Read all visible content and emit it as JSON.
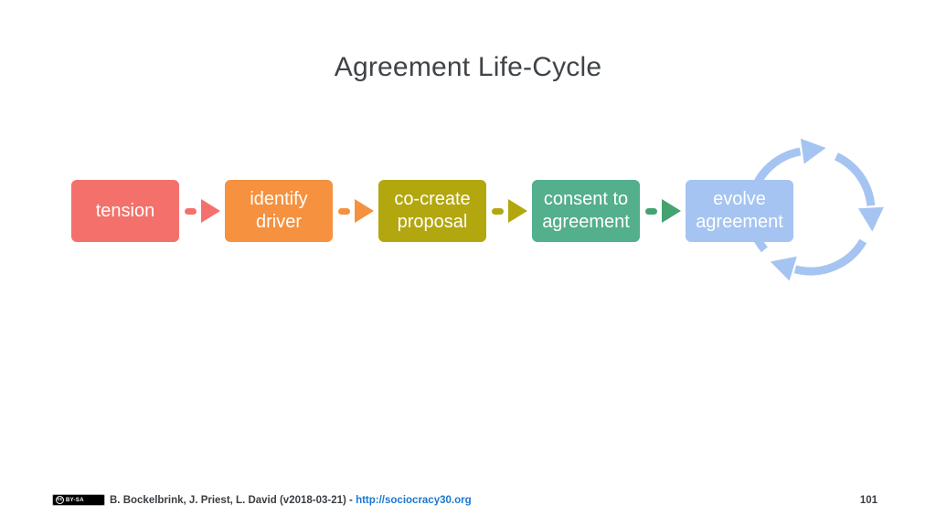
{
  "title": "Agreement Life-Cycle",
  "flow": {
    "steps": [
      {
        "label": "tension",
        "color": "#f4716b"
      },
      {
        "label": "identify driver",
        "color": "#f5913f"
      },
      {
        "label": "co-create proposal",
        "color": "#b2a70e"
      },
      {
        "label": "consent to agreement",
        "color": "#54af8c"
      },
      {
        "label": "evolve agreement",
        "color": "#a5c4f1"
      }
    ],
    "arrows": [
      {
        "color": "#f4716b"
      },
      {
        "color": "#f5913f"
      },
      {
        "color": "#b2a70e"
      },
      {
        "color": "#45a271"
      }
    ],
    "cycle_color": "#a5c4f1"
  },
  "footer": {
    "badge": {
      "symbol": "cc",
      "label": "BY-SA"
    },
    "attribution": "B. Bockelbrink, J. Priest, L. David (v2018-03-21) - ",
    "link": "http://sociocracy30.org",
    "page_number": "101"
  }
}
